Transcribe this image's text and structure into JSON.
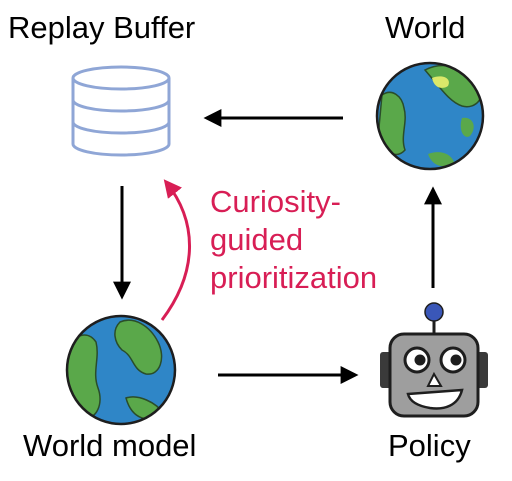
{
  "nodes": {
    "replay_buffer": "Replay Buffer",
    "world": "World",
    "world_model": "World model",
    "policy": "Policy"
  },
  "annotation": {
    "line1": "Curiosity-",
    "line2": "guided",
    "line3": "prioritization"
  },
  "colors": {
    "accent": "#d81e55",
    "arrow": "#000000",
    "database": "#8fa6d6",
    "ocean": "#2f86c7",
    "land": "#5aa84a",
    "robot_face": "#9e9e9e",
    "robot_antenna": "#3a57b8"
  },
  "icons": [
    "database-icon",
    "globe-icon",
    "globe-icon",
    "robot-icon"
  ]
}
